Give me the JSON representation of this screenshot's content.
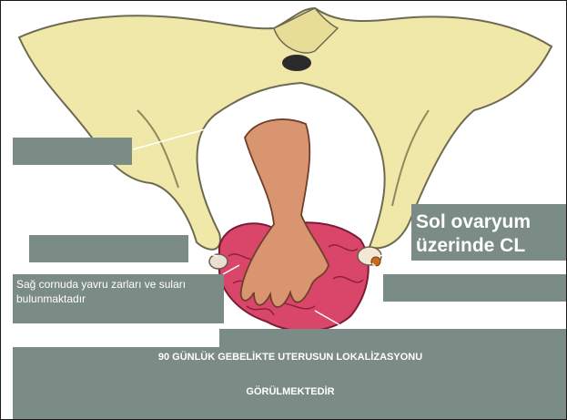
{
  "labels": {
    "sol_ovaryum": "Sol ovaryum üzerinde CL",
    "sag_cornu": "Sağ cornuda yavru zarları ve suları bulunmaktadır"
  },
  "caption": {
    "line1": "90 GÜNLÜK GEBELİKTE UTERUSUN LOKALİZASYONU",
    "line2": "GÖRÜLMEKTEDİR"
  },
  "colors": {
    "label_box": "#7b8b86",
    "bone": "#efe8a8",
    "uterus": "#d9466a",
    "arm": "#d99470"
  }
}
